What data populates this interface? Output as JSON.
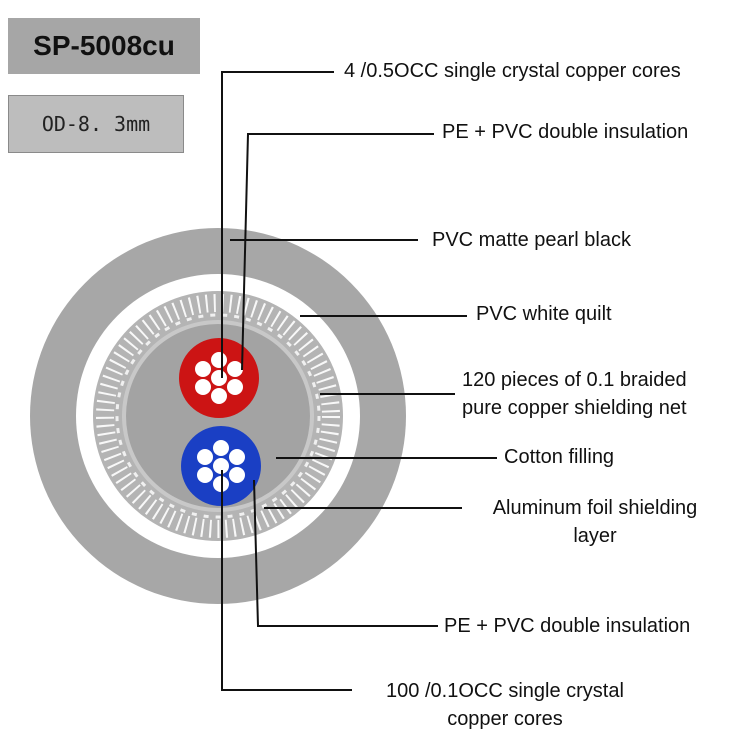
{
  "header": {
    "model": "SP-5008cu",
    "outer_diameter": "OD-8. 3mm"
  },
  "callouts": {
    "signal_cores": "4 /0.5OCC single crystal copper cores",
    "core_insulation_top": "PE + PVC double insulation",
    "outer_jacket": "PVC matte pearl black",
    "white_quilt": "PVC white quilt",
    "braided_shield_line1": "120 pieces of 0.1 braided",
    "braided_shield_line2": "pure copper shielding net",
    "filling": "Cotton filling",
    "foil_shield_line1": "Aluminum foil shielding",
    "foil_shield_line2": "layer",
    "core_insulation_bottom": "PE + PVC double insulation",
    "ground_cores_line1": "100 /0.1OCC single crystal",
    "ground_cores_line2": "copper cores"
  },
  "colors": {
    "outer_jacket": "#a7a7a7",
    "quilt": "#ffffff",
    "shield": "#b0b0b0",
    "filling": "#a3a3a3",
    "red_core": "#cc1414",
    "blue_core": "#1a3fc4",
    "leader_line": "#111111"
  }
}
